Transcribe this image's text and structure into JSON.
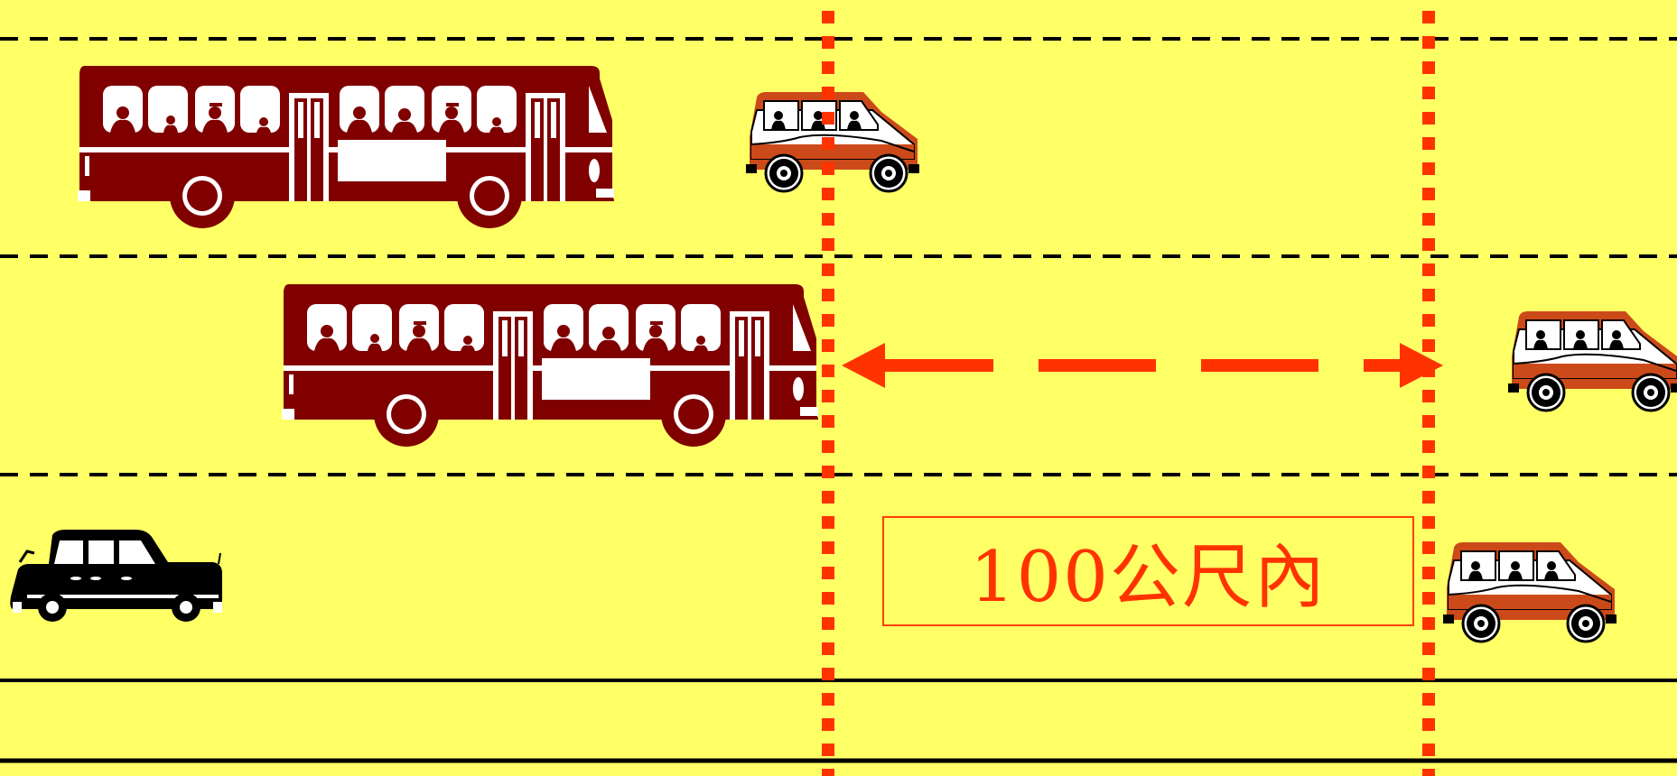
{
  "distance_label": "100公尺內",
  "colors": {
    "background": "#ffff66",
    "lane_line": "#000000",
    "marker": "#ff3300",
    "bus_body": "#800000",
    "van_trim": "#cc4a1a",
    "car_body": "#000000"
  },
  "vehicles": [
    {
      "type": "bus",
      "lane": 1
    },
    {
      "type": "bus",
      "lane": 2
    },
    {
      "type": "van",
      "lane": 1
    },
    {
      "type": "van",
      "lane": 2
    },
    {
      "type": "van",
      "lane": 3
    },
    {
      "type": "car",
      "lane": 3
    }
  ]
}
